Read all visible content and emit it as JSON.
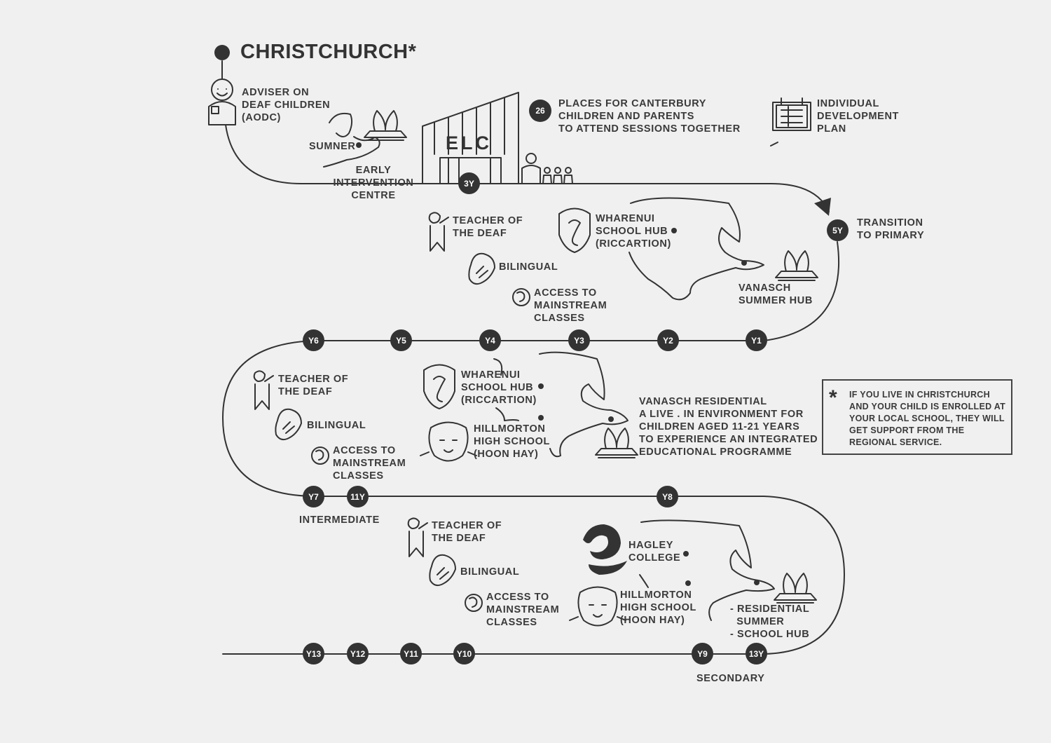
{
  "title": "CHRISTCHURCH*",
  "labels": {
    "aodc": "ADVISER ON\nDEAF CHILDREN\n(AODC)",
    "sumner": "SUMNER",
    "eic": "EARLY\nINTERVENTION\nCENTRE",
    "elc": "ELC",
    "places_count": "26",
    "places_text": "PLACES FOR CANTERBURY\nCHILDREN AND PARENTS\nTO ATTEND SESSIONS TOGETHER",
    "idp": "INDIVIDUAL\nDEVELOPMENT\nPLAN",
    "transition": "TRANSITION\nTO PRIMARY",
    "tod1": "TEACHER OF\nTHE DEAF",
    "bilingual1": "BILINGUAL",
    "access1": "ACCESS TO\nMAINSTREAM\nCLASSES",
    "wharenui1": "WHARENUI\nSCHOOL HUB\n(RICCARTION)",
    "vanasch_summer": "VANASCH\nSUMMER HUB",
    "tod2": "TEACHER OF\nTHE DEAF",
    "bilingual2": "BILINGUAL",
    "access2": "ACCESS TO\nMAINSTREAM\nCLASSES",
    "wharenui2": "WHARENUI\nSCHOOL HUB\n(RICCARTION)",
    "hillmorton1": "HILLMORTON\nHIGH SCHOOL\n(HOON HAY)",
    "vanasch_res": "VANASCH RESIDENTIAL\nA LIVE . IN ENVIRONMENT FOR\nCHILDREN AGED 11-21 YEARS\nTO EXPERIENCE AN INTEGRATED\nEDUCATIONAL PROGRAMME",
    "intermediate": "INTERMEDIATE",
    "tod3": "TEACHER OF\nTHE DEAF",
    "bilingual3": "BILINGUAL",
    "access3": "ACCESS TO\nMAINSTREAM\nCLASSES",
    "hagley": "HAGLEY\nCOLLEGE",
    "hillmorton2": "HILLMORTON\nHIGH SCHOOL\n(HOON HAY)",
    "residential": "- RESIDENTIAL\n  SUMMER\n- SCHOOL HUB",
    "secondary": "SECONDARY",
    "note": "IF YOU LIVE IN CHRISTCHURCH AND YOUR CHILD IS ENROLLED AT YOUR LOCAL SCHOOL, THEY WILL GET SUPPORT FROM THE REGIONAL SERVICE.",
    "note_star": "*"
  },
  "nodes": {
    "n3y": "3Y",
    "n5y": "5Y",
    "y1": "Y1",
    "y2": "Y2",
    "y3": "Y3",
    "y4": "Y4",
    "y5": "Y5",
    "y6": "Y6",
    "y7": "Y7",
    "n11y": "11Y",
    "y8": "Y8",
    "y9": "Y9",
    "n13y": "13Y",
    "y10": "Y10",
    "y11": "Y11",
    "y12": "Y12",
    "y13": "Y13"
  },
  "colors": {
    "ink": "#333333",
    "background": "#f0f0f1"
  }
}
